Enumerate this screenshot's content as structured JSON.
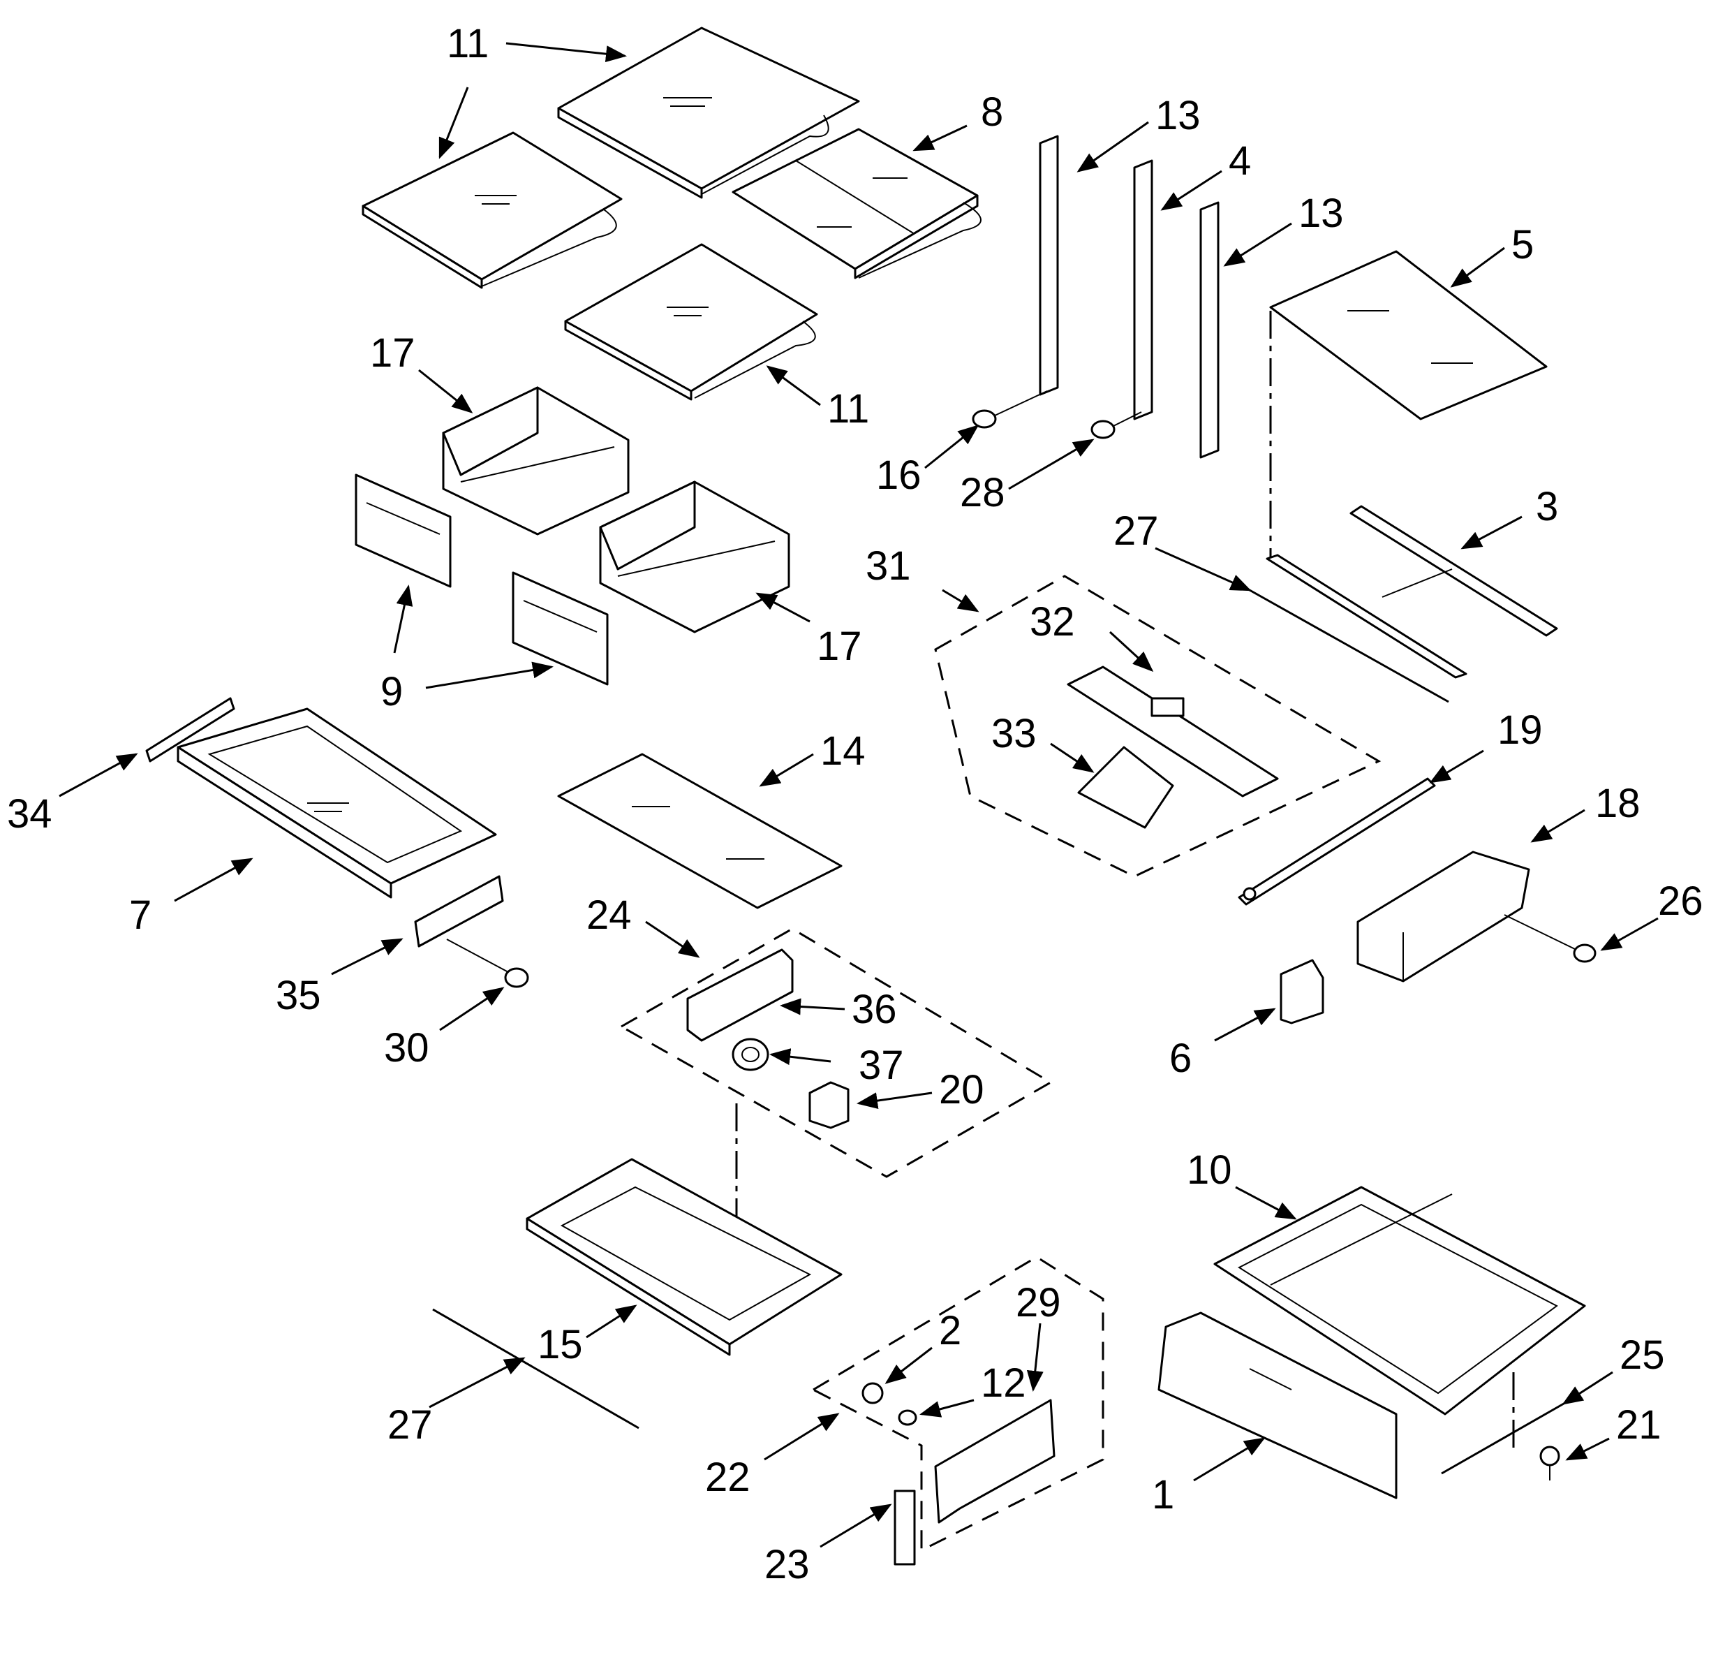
{
  "labels": {
    "p11a": "11",
    "p11b": "11",
    "p11c": "11",
    "p8": "8",
    "p13a": "13",
    "p4": "4",
    "p13b": "13",
    "p5": "5",
    "p17a": "17",
    "p17b": "17",
    "p16": "16",
    "p28": "28",
    "p27a": "27",
    "p3": "3",
    "p31": "31",
    "p32": "32",
    "p33": "33",
    "p9a": "9",
    "p34": "34",
    "p7": "7",
    "p14": "14",
    "p19": "19",
    "p18": "18",
    "p24": "24",
    "p36": "36",
    "p35": "35",
    "p30": "30",
    "p26": "26",
    "p6": "6",
    "p37": "37",
    "p20": "20",
    "p10": "10",
    "p29": "29",
    "p2": "2",
    "p15": "15",
    "p12": "12",
    "p25": "25",
    "p21": "21",
    "p27b": "27",
    "p22": "22",
    "p1": "1",
    "p23": "23"
  }
}
